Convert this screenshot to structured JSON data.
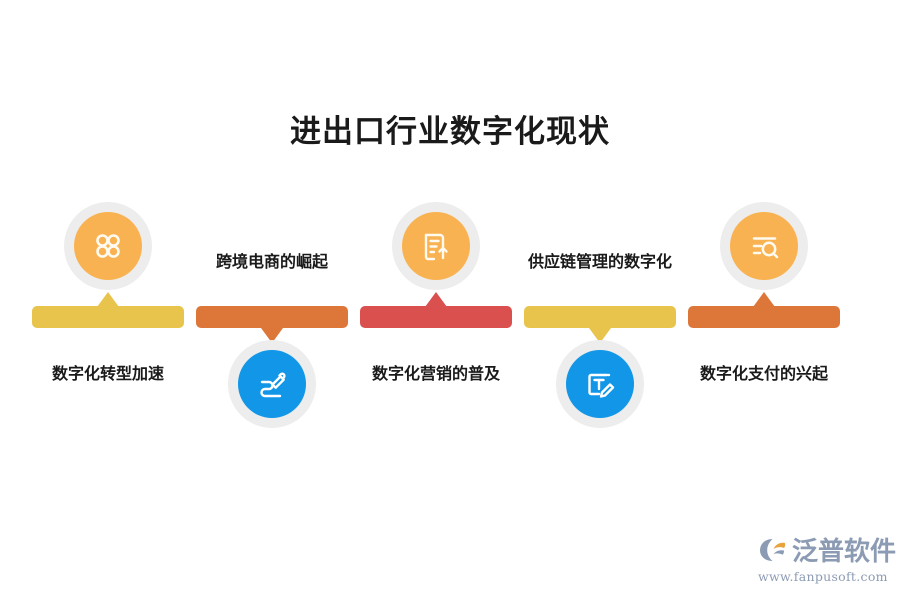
{
  "title": "进出口行业数字化现状",
  "palette": {
    "bar_yellow": "#E9C44C",
    "bar_orange": "#DD7739",
    "bar_red": "#D9504E",
    "circle_orange": "#F9B251",
    "circle_blue": "#1296E8",
    "circle_ring": "#ededed",
    "text": "#1a1a1a",
    "logo": "#8c9bb4",
    "background": "#ffffff"
  },
  "items": [
    {
      "label": "数字化转型加速",
      "icon": "four-dots-icon",
      "icon_position": "above",
      "label_position": "below",
      "pointer_direction": "up",
      "bar_color": "#E9C44C",
      "circle_color": "#F9B251"
    },
    {
      "label": "跨境电商的崛起",
      "icon": "sign-pen-icon",
      "icon_position": "below",
      "label_position": "above",
      "pointer_direction": "down",
      "bar_color": "#DD7739",
      "circle_color": "#1296E8"
    },
    {
      "label": "数字化营销的普及",
      "icon": "document-upload-icon",
      "icon_position": "above",
      "label_position": "below",
      "pointer_direction": "up",
      "bar_color": "#D9504E",
      "circle_color": "#F9B251"
    },
    {
      "label": "供应链管理的数字化",
      "icon": "text-edit-icon",
      "icon_position": "below",
      "label_position": "above",
      "pointer_direction": "down",
      "bar_color": "#E9C44C",
      "circle_color": "#1296E8"
    },
    {
      "label": "数字化支付的兴起",
      "icon": "document-search-icon",
      "icon_position": "above",
      "label_position": "below",
      "pointer_direction": "up",
      "bar_color": "#DD7739",
      "circle_color": "#F9B251"
    }
  ],
  "watermark": {
    "brand": "泛普软件",
    "url": "www.fanpusoft.com",
    "mark_icon": "fanpu-logo-mark-icon"
  }
}
